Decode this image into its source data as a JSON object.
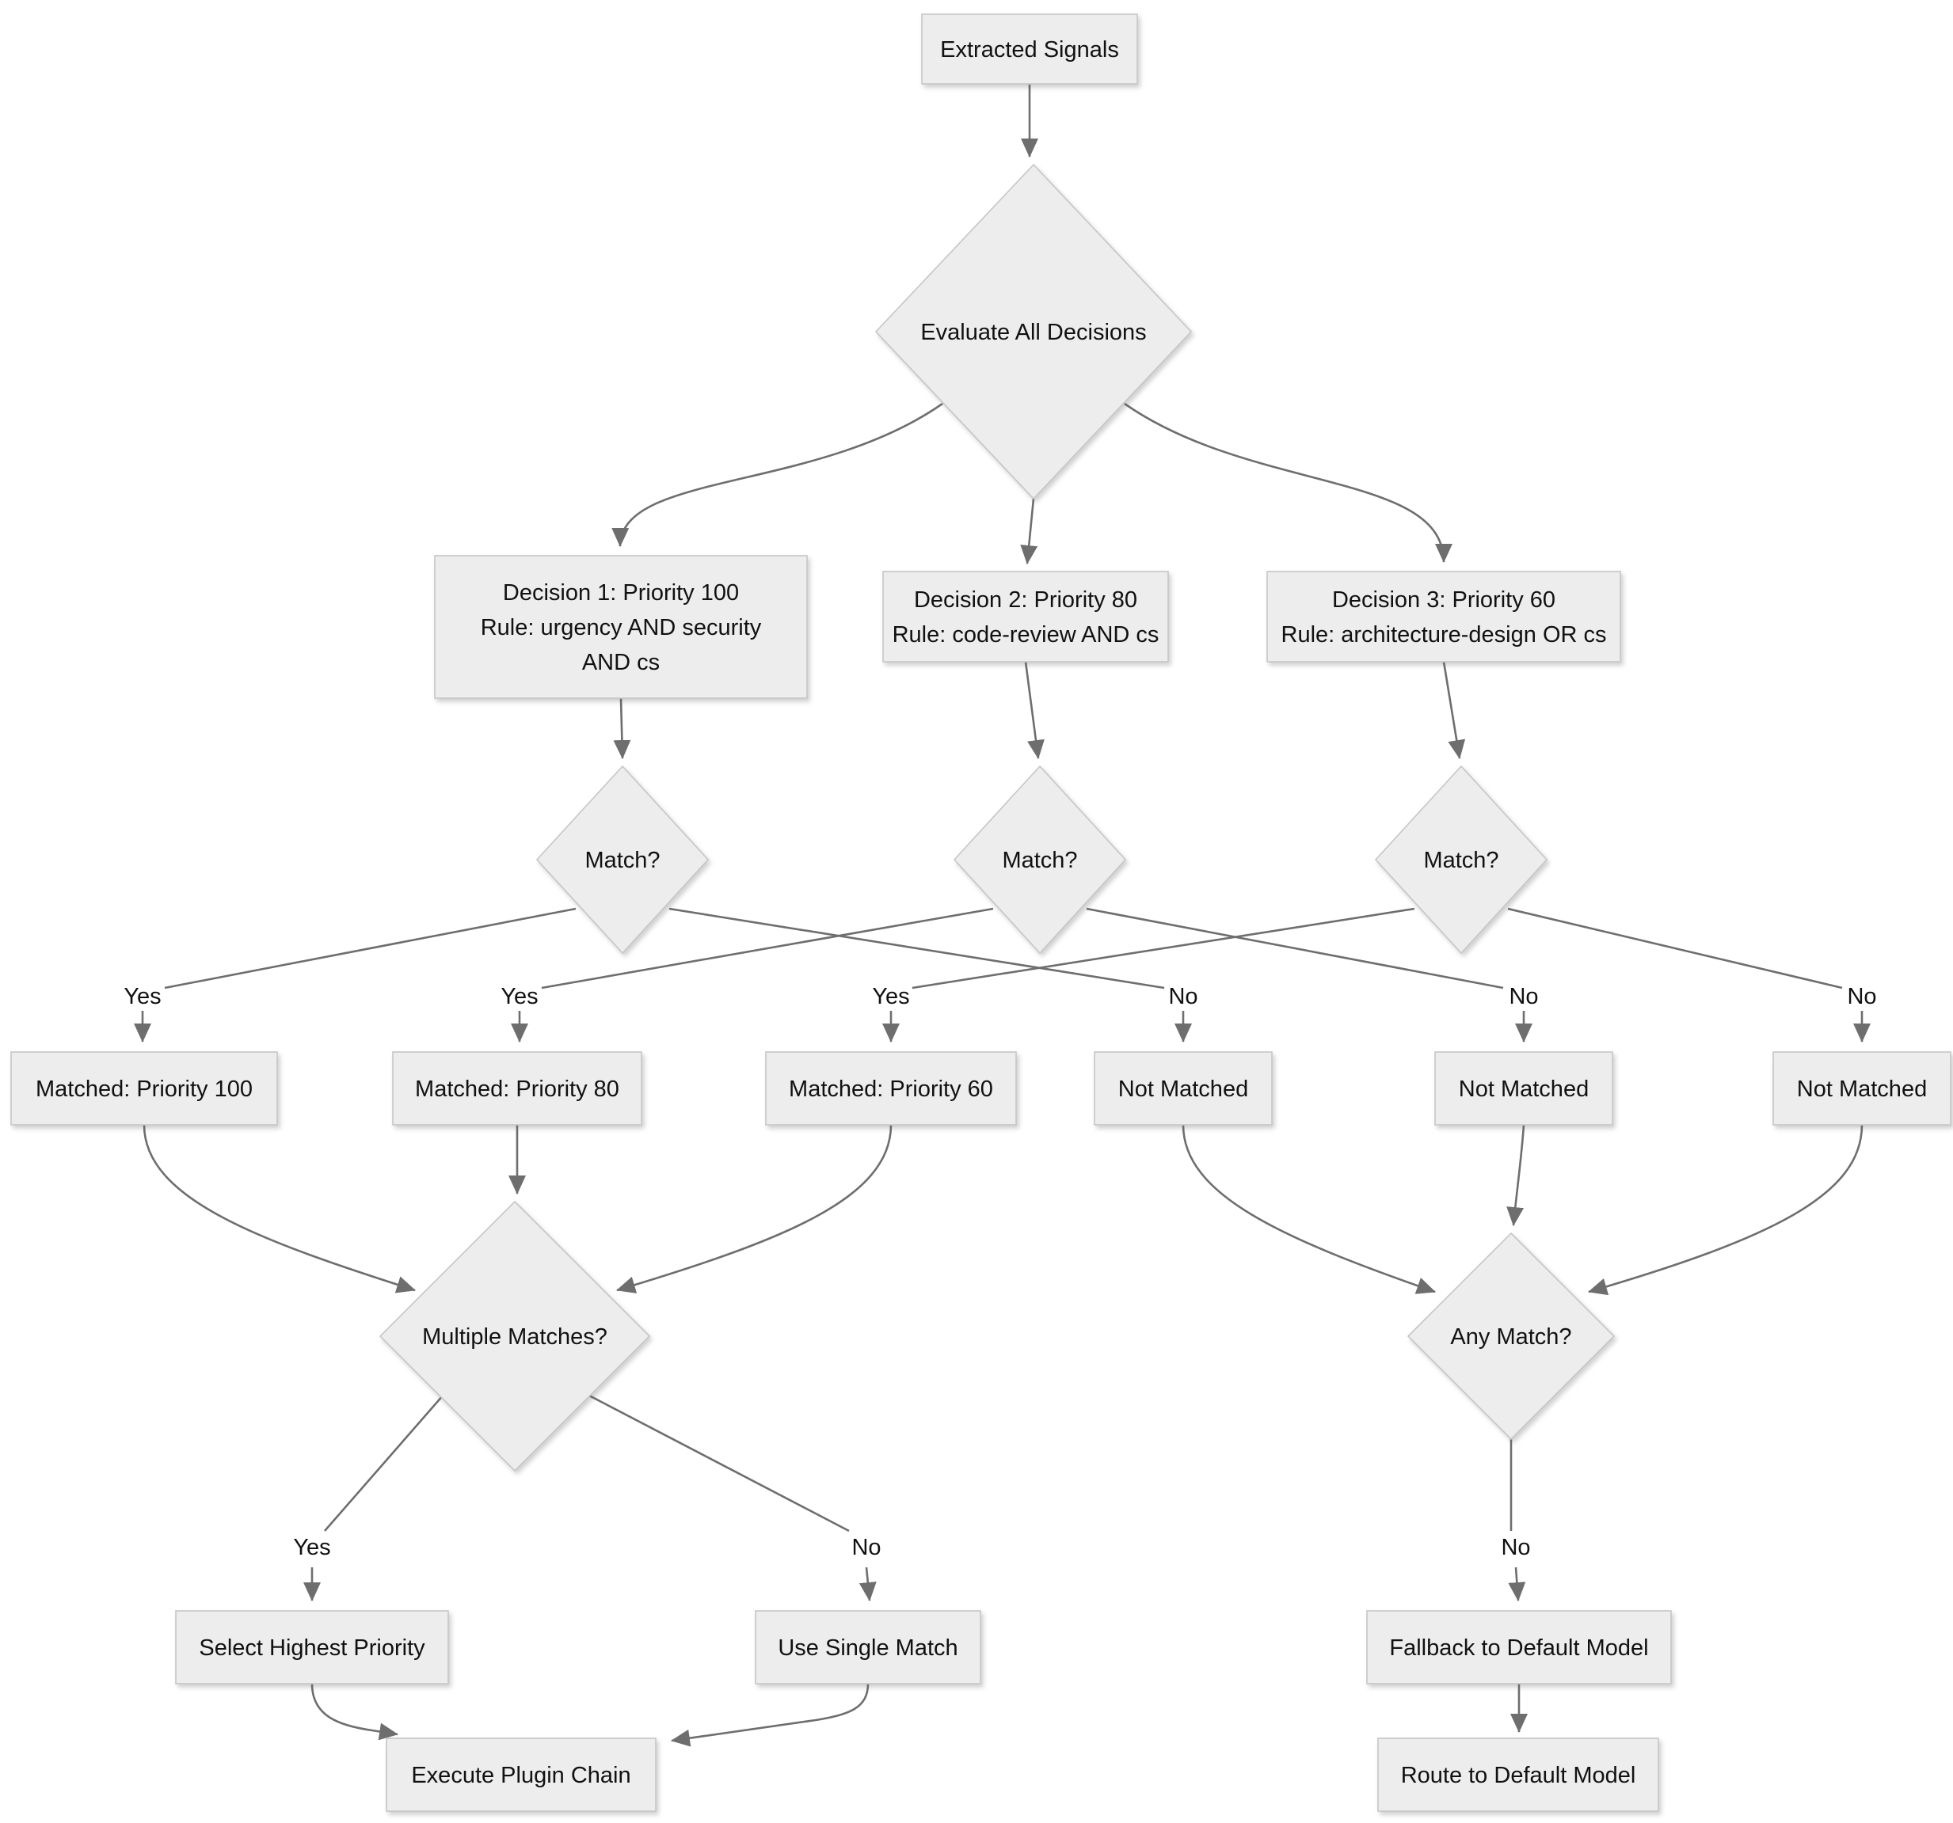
{
  "diagram": {
    "type": "flowchart",
    "direction": "top-down",
    "colors": {
      "background": "#ffffff",
      "node_fill": "#ededed",
      "node_stroke": "#c6c6c6",
      "edge": "#6e6e6e",
      "text": "#111111"
    },
    "nodes": {
      "extracted_signals": {
        "shape": "rect",
        "label": "Extracted Signals"
      },
      "evaluate_all_decisions": {
        "shape": "diamond",
        "label": "Evaluate All Decisions"
      },
      "decision_1": {
        "shape": "rect",
        "lines": [
          "Decision 1: Priority 100",
          "Rule: urgency AND security",
          "AND cs"
        ]
      },
      "decision_2": {
        "shape": "rect",
        "lines": [
          "Decision 2: Priority 80",
          "Rule: code-review AND cs"
        ]
      },
      "decision_3": {
        "shape": "rect",
        "lines": [
          "Decision 3: Priority 60",
          "Rule: architecture-design OR cs"
        ]
      },
      "match_1": {
        "shape": "diamond",
        "label": "Match?"
      },
      "match_2": {
        "shape": "diamond",
        "label": "Match?"
      },
      "match_3": {
        "shape": "diamond",
        "label": "Match?"
      },
      "matched_priority_100": {
        "shape": "rect",
        "label": "Matched: Priority 100"
      },
      "matched_priority_80": {
        "shape": "rect",
        "label": "Matched: Priority 80"
      },
      "matched_priority_60": {
        "shape": "rect",
        "label": "Matched: Priority 60"
      },
      "not_matched_1": {
        "shape": "rect",
        "label": "Not Matched"
      },
      "not_matched_2": {
        "shape": "rect",
        "label": "Not Matched"
      },
      "not_matched_3": {
        "shape": "rect",
        "label": "Not Matched"
      },
      "multiple_matches": {
        "shape": "diamond",
        "label": "Multiple Matches?"
      },
      "any_match": {
        "shape": "diamond",
        "label": "Any Match?"
      },
      "select_highest_priority": {
        "shape": "rect",
        "label": "Select Highest Priority"
      },
      "use_single_match": {
        "shape": "rect",
        "label": "Use Single Match"
      },
      "execute_plugin_chain": {
        "shape": "rect",
        "label": "Execute Plugin Chain"
      },
      "fallback_to_default_model": {
        "shape": "rect",
        "label": "Fallback to Default Model"
      },
      "route_to_default_model": {
        "shape": "rect",
        "label": "Route to Default Model"
      }
    },
    "edge_labels": {
      "match_1_yes": "Yes",
      "match_2_yes": "Yes",
      "match_3_yes": "Yes",
      "match_1_no": "No",
      "match_2_no": "No",
      "match_3_no": "No",
      "multiple_matches_yes": "Yes",
      "multiple_matches_no": "No",
      "any_match_no": "No"
    }
  }
}
